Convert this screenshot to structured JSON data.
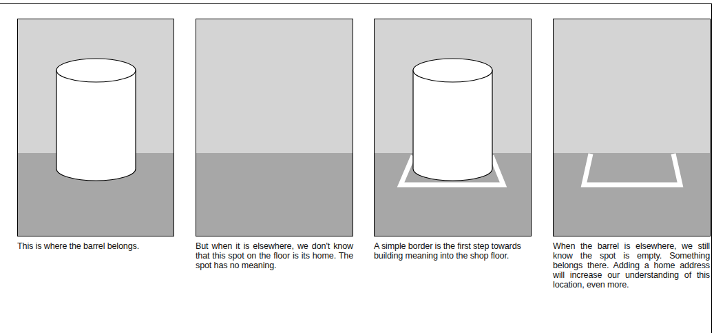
{
  "diagram": {
    "labels": [
      "This is where the barrel belongs.",
      "But when it is elsewhere, we don't know that this spot on the floor is its home. The spot has no meaning.",
      "A simple border is the first step towards building meaning into the shop floor.",
      "When the barrel is elsewhere, we still know the spot is empty. Something belongs there. Adding a home address will increase our understanding of this location, even more."
    ]
  }
}
